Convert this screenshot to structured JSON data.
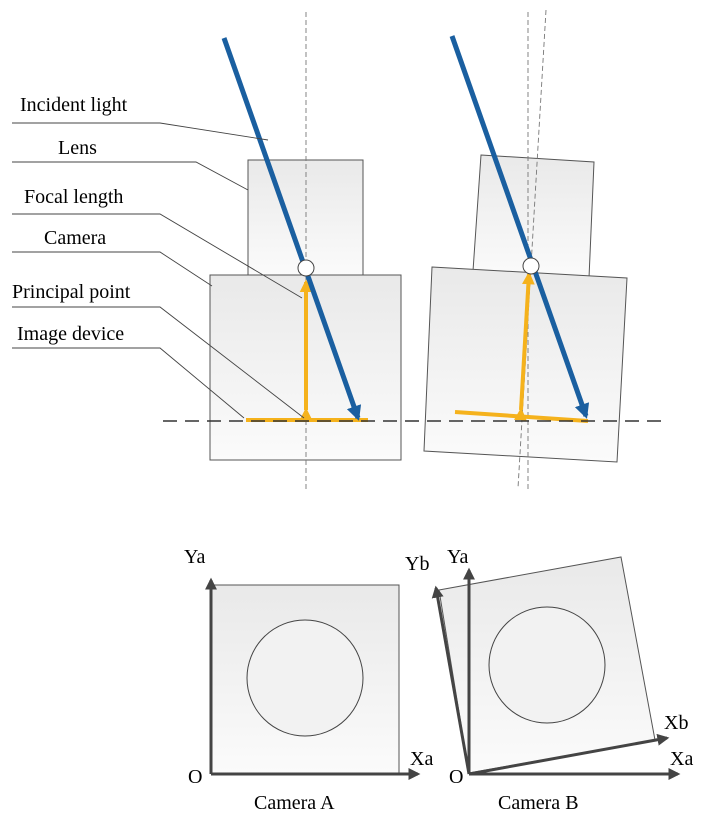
{
  "labels": {
    "incident_light": "Incident light",
    "lens": "Lens",
    "focal_length": "Focal length",
    "camera": "Camera",
    "principal_point": "Principal point",
    "image_device": "Image device"
  },
  "axes": {
    "ya_left": "Ya",
    "xa_left": "Xa",
    "origin_left": "O",
    "yb_right": "Yb",
    "ya_right": "Ya",
    "xb_right": "Xb",
    "xa_right": "Xa",
    "origin_right": "O"
  },
  "captions": {
    "camera_a": "Camera A",
    "camera_b": "Camera B"
  },
  "colors": {
    "incident_light": "#1a5fa0",
    "focal_length": "#f5b21c",
    "axis": "#444444"
  }
}
